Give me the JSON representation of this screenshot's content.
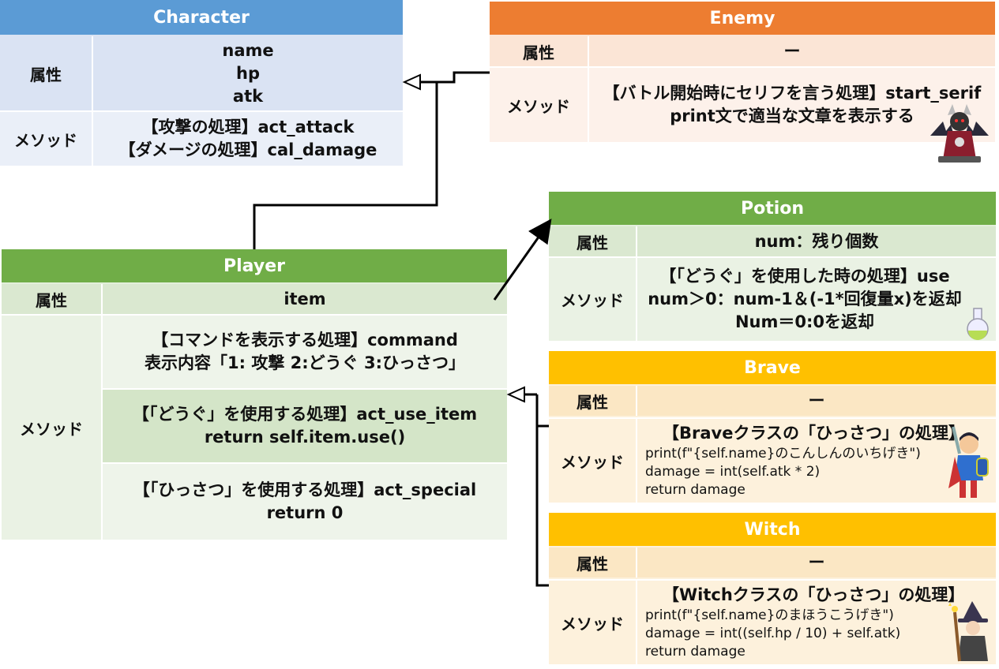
{
  "labels": {
    "attr": "属性",
    "method": "メソッド"
  },
  "character": {
    "title": "Character",
    "attrs": [
      "name",
      "hp",
      "atk"
    ],
    "methods": [
      "【攻撃の処理】act_attack",
      "【ダメージの処理】cal_damage"
    ]
  },
  "enemy": {
    "title": "Enemy",
    "attr": "ー",
    "methods": [
      "【バトル開始時にセリフを言う処理】start_serif",
      "print文で適当な文章を表示する"
    ]
  },
  "player": {
    "title": "Player",
    "attr": "item",
    "method1": [
      "【コマンドを表示する処理】command",
      "表示内容「1: 攻撃 2:どうぐ 3:ひっさつ」"
    ],
    "method2": [
      "【「どうぐ」を使用する処理】act_use_item",
      "return self.item.use()"
    ],
    "method3": [
      "【「ひっさつ」を使用する処理】act_special",
      "return 0"
    ]
  },
  "potion": {
    "title": "Potion",
    "attr": "num：残り個数",
    "methods": [
      "【「どうぐ」を使用した時の処理】use",
      "num＞0：num-1＆(-1*回復量x)を返却",
      "Num＝0:0を返却"
    ]
  },
  "brave": {
    "title": "Brave",
    "attr": "ー",
    "method_title": "【Braveクラスの「ひっさつ」の処理】",
    "code": [
      "print(f\"{self.name}のこんしんのいちげき\")",
      "damage = int(self.atk * 2)",
      "return damage"
    ]
  },
  "witch": {
    "title": "Witch",
    "attr": "ー",
    "method_title": "【Witchクラスの「ひっさつ」の処理】",
    "code": [
      "print(f\"{self.name}のまほうこうげき\")",
      "damage = int((self.hp / 10) + self.atk)",
      "return damage"
    ]
  },
  "colors": {
    "character_header": "#5b9bd5",
    "character_body": "#dae3f3",
    "enemy_header": "#ed7d31",
    "enemy_body": "#fbe5d6",
    "green_header": "#70ad47",
    "green_body": "#e2efda",
    "brave_header": "#ffc000",
    "brave_body": "#fdf1dc"
  }
}
